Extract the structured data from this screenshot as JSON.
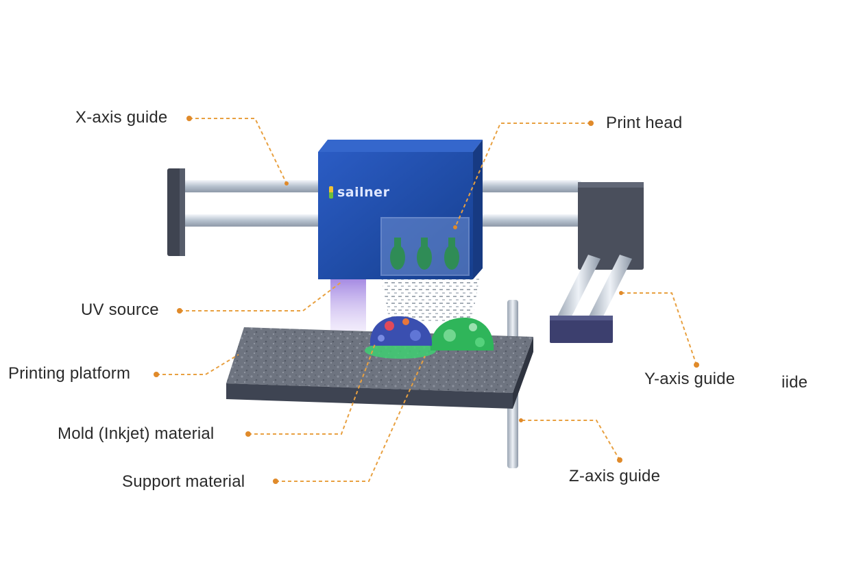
{
  "labels": {
    "x_axis_guide": "X-axis guide",
    "print_head": "Print head",
    "uv_source": "UV source",
    "printing_platform": "Printing platform",
    "mold_material": "Mold (Inkjet) material",
    "support_material": "Support material",
    "y_axis_guide": "Y-axis guide",
    "cut_off_text": "iide",
    "z_axis_guide": "Z-axis guide"
  },
  "brand": {
    "name": "sailner"
  },
  "colors": {
    "leader_line": "#e8a040",
    "head_body": "#1f4fa8",
    "head_top": "#2a5cc0",
    "rail": "#c9d3de",
    "endcap": "#4a4f5c",
    "platform_top": "#6e7480",
    "platform_side": "#3e4452",
    "mold": "#3a4fb0",
    "support": "#2fb55a",
    "uv_light": "#b79ae0",
    "nozzle": "#2f8c56"
  }
}
